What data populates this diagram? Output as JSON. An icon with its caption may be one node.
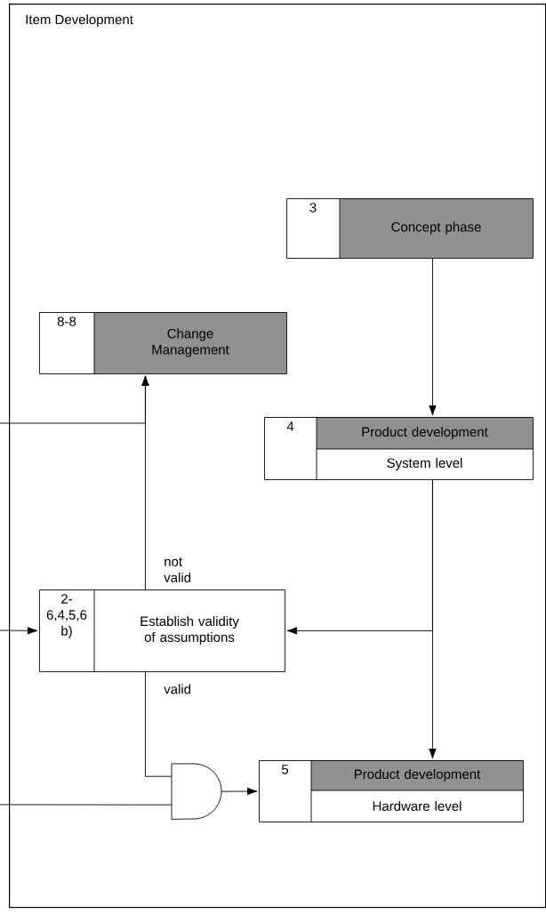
{
  "diagram": {
    "nodes": [
      {
        "text": [
          "Item Development"
        ]
      },
      {
        "text": [
          "3",
          "Concept phase"
        ],
        "in": 0
      },
      {
        "text": [
          "8-8",
          "Change Management"
        ],
        "in": 0
      },
      {
        "text": [
          "4",
          "Product development",
          "System level"
        ],
        "in": 0
      },
      {
        "text": [
          "2-6,4,5,6 b)",
          "Establish validity of assumptions"
        ],
        "in": 0
      },
      {
        "text": [],
        "shape": "gate",
        "in": 0
      },
      {
        "text": [
          "5",
          "Product development",
          "Hardware level"
        ],
        "in": 0
      }
    ],
    "edges": [
      {
        "from": 1,
        "to": 3,
        "arrow": "to"
      },
      {
        "from": 3,
        "to": 4,
        "arrow": "to"
      },
      {
        "from": 3,
        "to": 6,
        "arrow": "to"
      },
      {
        "from": 4,
        "to": 2,
        "arrow": "to",
        "label": "not valid"
      },
      {
        "from": 4,
        "to": 5,
        "arrow": "none",
        "label": "valid"
      },
      {
        "from": 5,
        "to": 6,
        "arrow": "to"
      },
      {
        "from": null,
        "to": 2,
        "arrow": "to"
      },
      {
        "from": null,
        "to": 4,
        "arrow": "to"
      },
      {
        "from": null,
        "to": 5,
        "arrow": "none"
      }
    ]
  }
}
